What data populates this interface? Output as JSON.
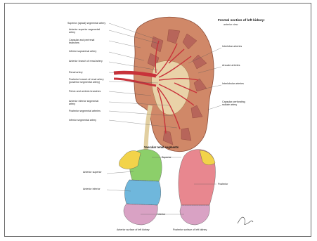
{
  "figure": {
    "title": "Frontal section of left kidney:",
    "subtitle": "anterior view",
    "left_labels": [
      "Superior (apical) segmental artery",
      "Anterior superior segmental artery",
      "Capsular and perirenal branches",
      "Inferior suprarenal artery",
      "Anterior branch of renal artery",
      "Renal artery",
      "Posterior branch of renal artery (posterior segmental artery)",
      "Pelvic and ureteric branches",
      "Anterior inferior segmental artery",
      "Posterior segmental arteries",
      "Inferior segmental artery"
    ],
    "right_labels": [
      "Interlobar arteries",
      "Arcuate arteries",
      "Interlobular arteries",
      "Capsular perforating radiate artery"
    ]
  },
  "segments": {
    "title": "Vascular renal segments",
    "labels": {
      "superior": "Superior",
      "anterior_superior": "Anterior superior",
      "anterior_inferior": "Anterior inferior",
      "posterior": "Posterior",
      "inferior": "Inferior"
    },
    "captions": {
      "anterior": "Anterior surface of left kidney",
      "posterior": "Posterior surface of left kidney"
    },
    "colors": {
      "superior": "#f2d34a",
      "anterior_superior": "#8ccf6a",
      "anterior_inferior": "#6fb7dc",
      "posterior": "#e8878f",
      "inferior": "#d9a2c4"
    }
  },
  "signature": "F. Netter"
}
